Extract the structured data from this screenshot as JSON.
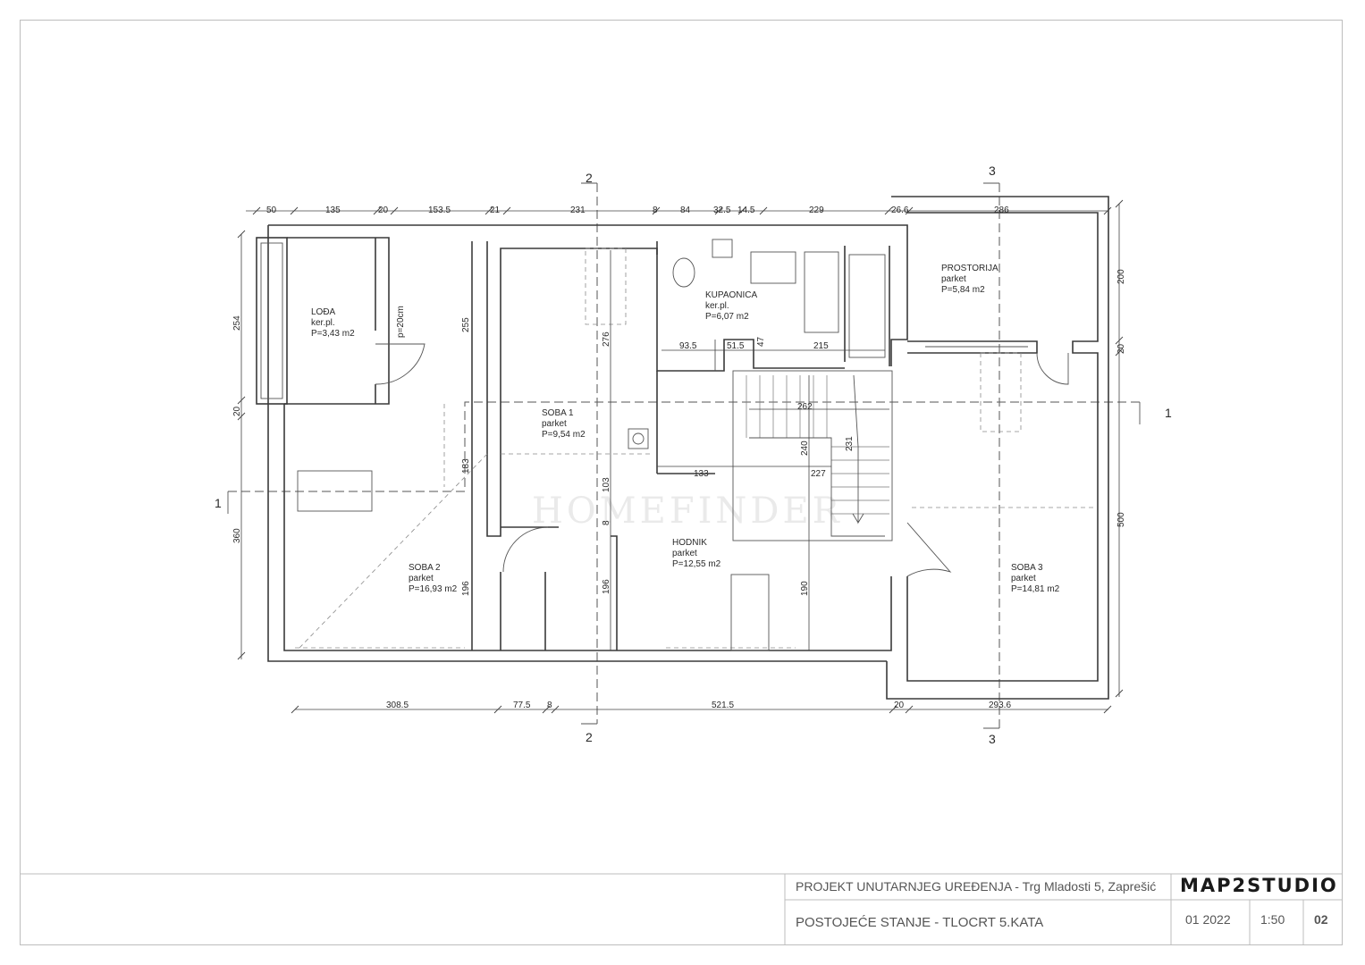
{
  "plan": {
    "dimensions_top": [
      "50",
      "135",
      "20",
      "153.5",
      "21",
      "231",
      "8",
      "84",
      "32.5",
      "14.5",
      "229",
      "26.6",
      "286"
    ],
    "dimensions_bottom": [
      "308.5",
      "77.5",
      "8",
      "521.5",
      "20",
      "293.6"
    ],
    "dimensions_left": [
      "254",
      "20",
      "360"
    ],
    "dimensions_right": [
      "200",
      "20",
      "500"
    ],
    "inner_dimensions": {
      "d255": "255",
      "d183": "183",
      "d196a": "196",
      "d276": "276",
      "d103": "103",
      "d8": "8",
      "d196b": "196",
      "d190": "190",
      "d93_5": "93.5",
      "d51_5": "51.5",
      "d47": "47",
      "d215": "215",
      "d262": "262",
      "d240": "240",
      "d231": "231",
      "d133": "133",
      "d227": "227",
      "dp20": "p=20cm"
    },
    "axes": {
      "a1": "1",
      "a2": "2",
      "a3": "3"
    },
    "rooms": {
      "lodja": {
        "name": "LOĐA",
        "floor": "ker.pl.",
        "area": "P=3,43 m2"
      },
      "kupaonica": {
        "name": "KUPAONICA",
        "floor": "ker.pl.",
        "area": "P=6,07 m2"
      },
      "prostorija": {
        "name": "PROSTORIJA",
        "floor": "parket",
        "area": "P=5,84 m2"
      },
      "soba1": {
        "name": "SOBA 1",
        "floor": "parket",
        "area": "P=9,54 m2"
      },
      "soba2": {
        "name": "SOBA 2",
        "floor": "parket",
        "area": "P=16,93 m2"
      },
      "hodnik": {
        "name": "HODNIK",
        "floor": "parket",
        "area": "P=12,55 m2"
      },
      "soba3": {
        "name": "SOBA 3",
        "floor": "parket",
        "area": "P=14,81 m2"
      }
    },
    "watermark": "HOMEFINDER"
  },
  "title_block": {
    "project": "PROJEKT UNUTARNJEG UREĐENJA - Trg Mladosti 5, Zaprešić",
    "drawing": "POSTOJEĆE STANJE - TLOCRT 5.KATA",
    "logo": "MAP2STUDIO",
    "date": "01 2022",
    "scale": "1:50",
    "sheet": "02"
  }
}
